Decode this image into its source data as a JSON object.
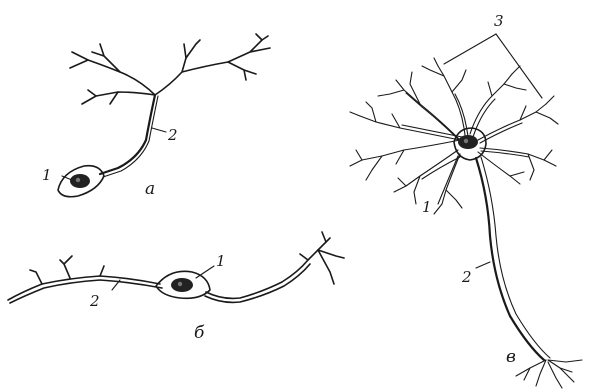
{
  "labels": {
    "a": {
      "letter": "а",
      "soma": "1",
      "axon": "2"
    },
    "b": {
      "letter": "б",
      "soma": "1",
      "axon": "2"
    },
    "v": {
      "letter": "в",
      "soma": "1",
      "axon": "2",
      "dendrites": "3"
    }
  }
}
